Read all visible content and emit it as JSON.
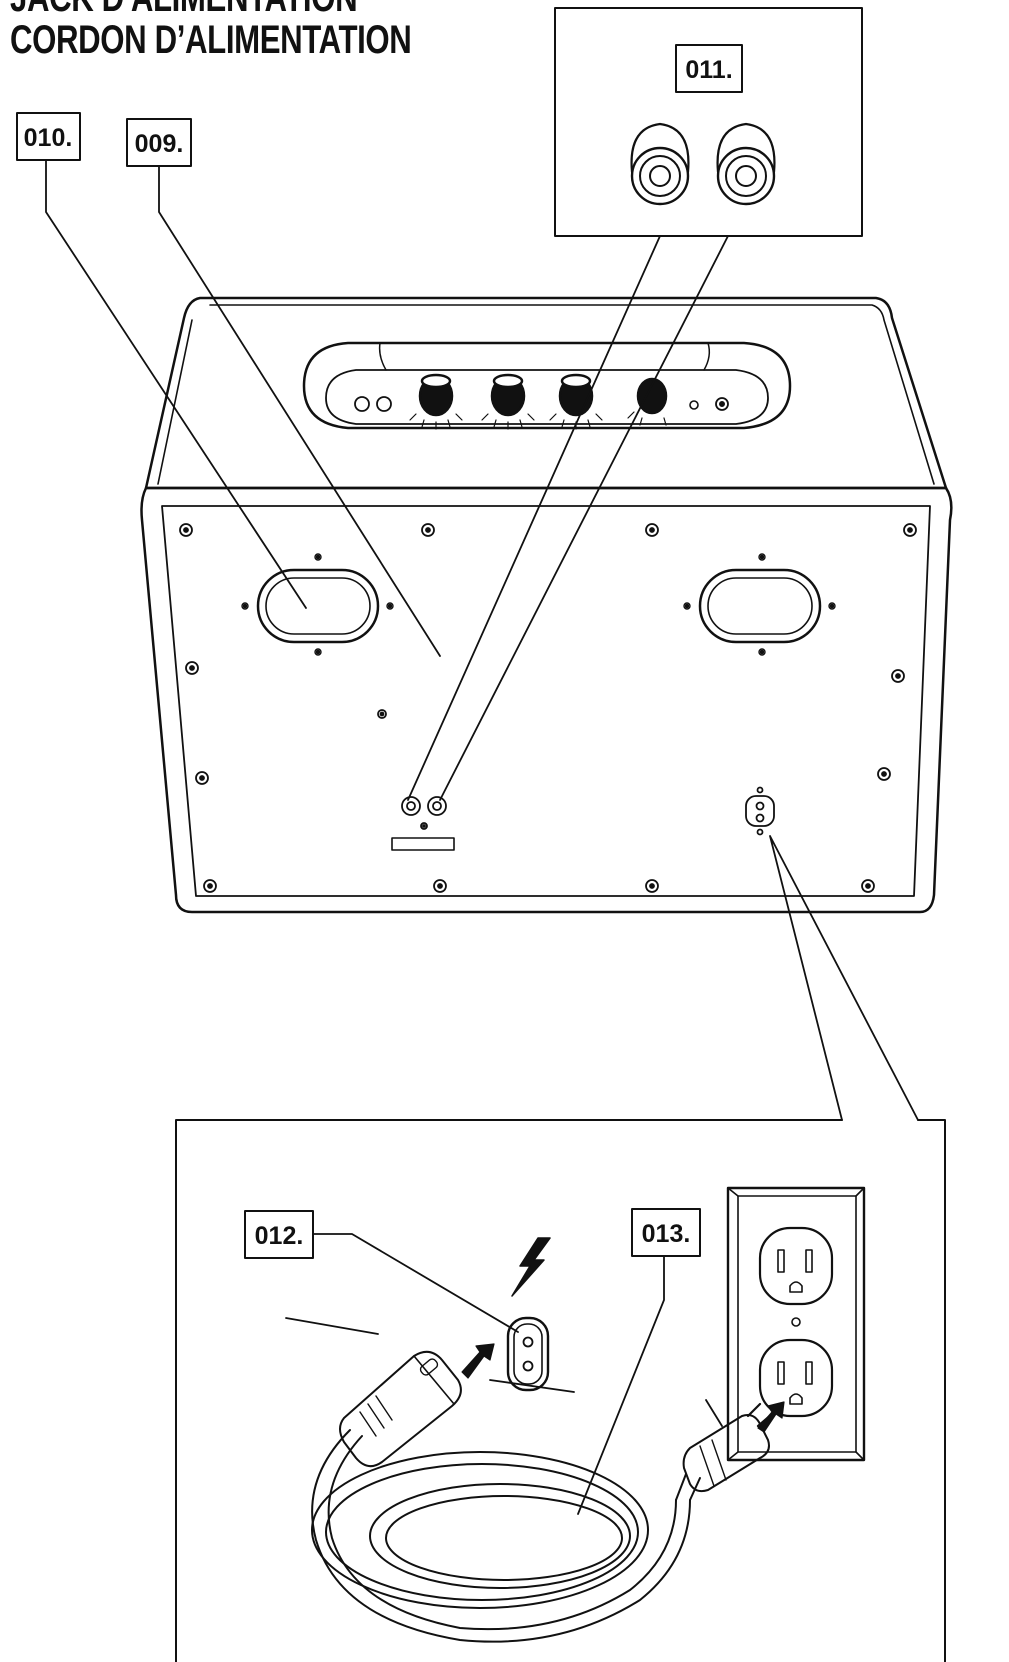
{
  "header": {
    "line1": "JACK D'ALIMENTATION",
    "line2": "CORDON D’ALIMENTATION"
  },
  "callouts": {
    "c009": "009.",
    "c010": "010.",
    "c011": "011.",
    "c012": "012.",
    "c013": "013."
  },
  "colors": {
    "line": "#111111",
    "background": "#ffffff"
  }
}
